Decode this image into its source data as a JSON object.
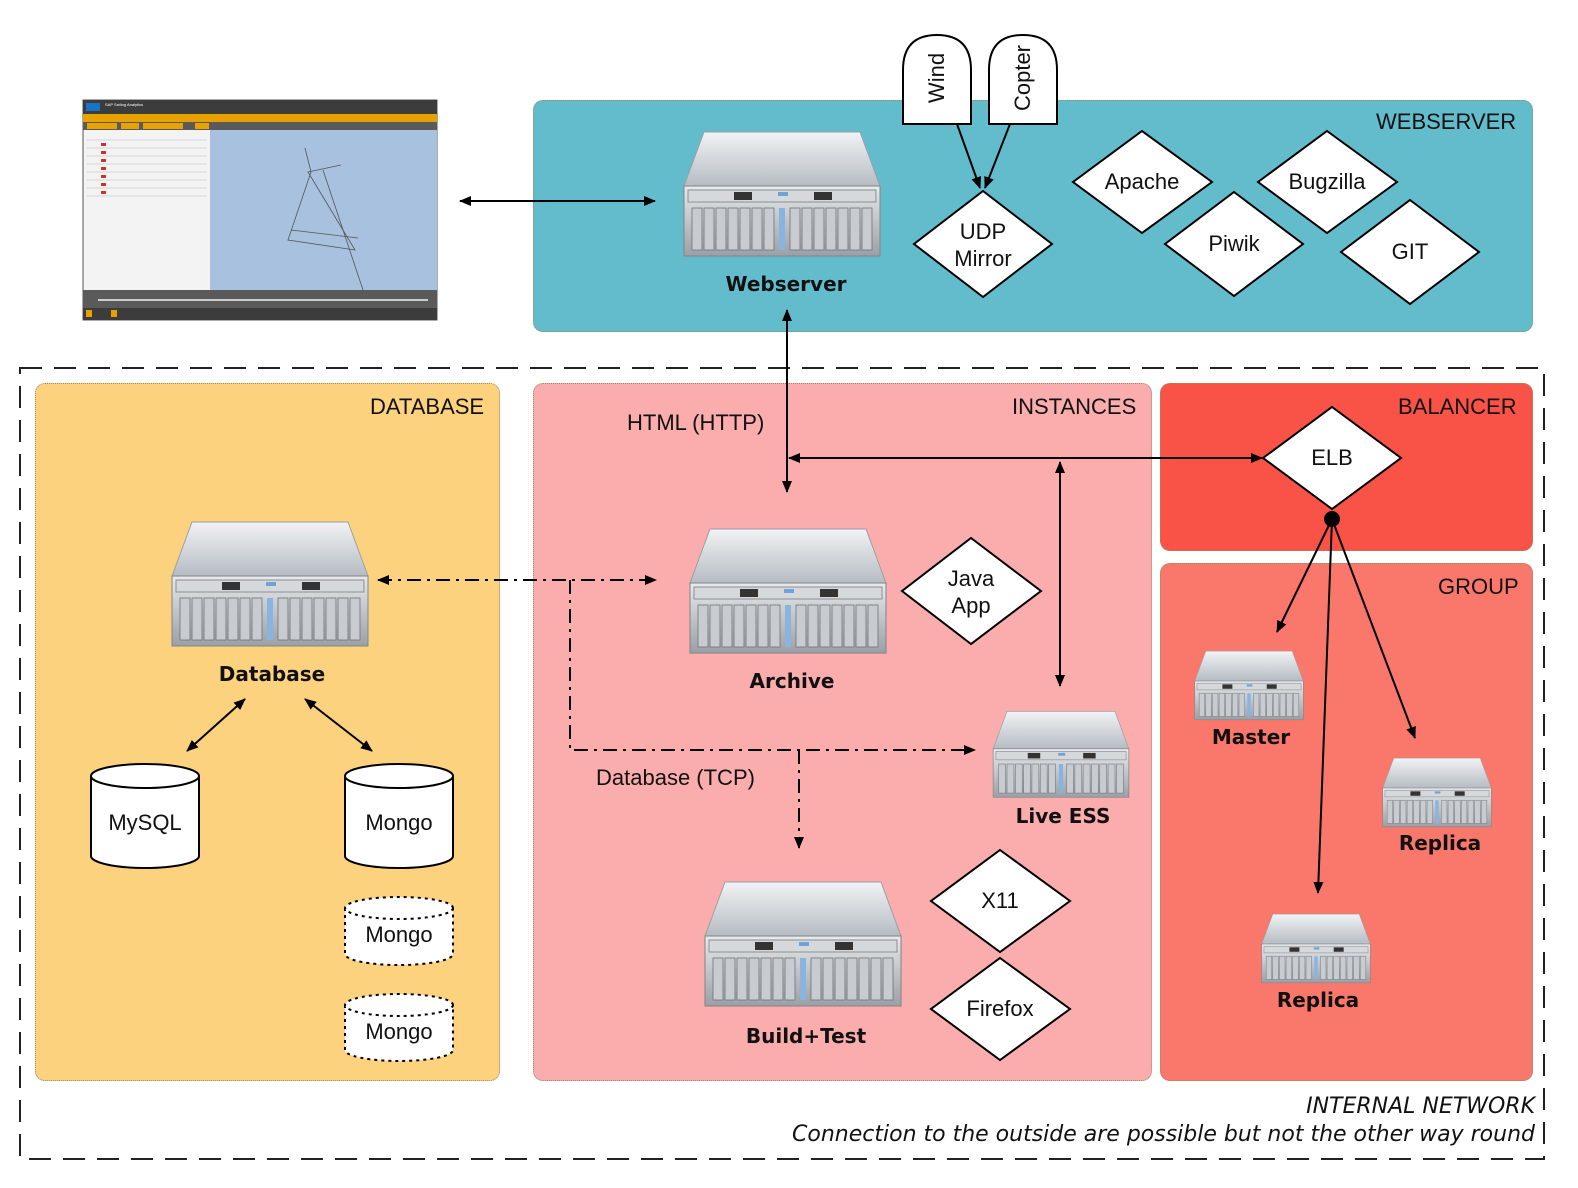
{
  "zones": {
    "webserver": "WEBSERVER",
    "database": "DATABASE",
    "instances": "INSTANCES",
    "balancer": "BALANCER",
    "group": "GROUP"
  },
  "servers": {
    "webserver": "Webserver",
    "database": "Database",
    "archive": "Archive",
    "live_ess": "Live ESS",
    "build_test": "Build+Test",
    "master": "Master",
    "replica_1": "Replica",
    "replica_2": "Replica"
  },
  "services": {
    "wind": "Wind",
    "copter": "Copter",
    "udp_mirror_1": "UDP",
    "udp_mirror_2": "Mirror",
    "apache": "Apache",
    "bugzilla": "Bugzilla",
    "piwik": "Piwik",
    "git": "GIT",
    "java_app_1": "Java",
    "java_app_2": "App",
    "x11": "X11",
    "firefox": "Firefox",
    "elb": "ELB"
  },
  "stores": {
    "mysql": "MySQL",
    "mongo_1": "Mongo",
    "mongo_2": "Mongo",
    "mongo_3": "Mongo"
  },
  "connections": {
    "html_http": "HTML (HTTP)",
    "database_tcp": "Database (TCP)"
  },
  "network": {
    "title": "INTERNAL NETWORK",
    "note": "Connection to the outside are possible but not the other way round"
  },
  "screenshot": {
    "app_name": "SAP Sailing Analytics"
  },
  "colors": {
    "webserver_zone": "#63bccc",
    "database_zone": "#fdd27e",
    "instances_zone": "#fbacac",
    "balancer_zone": "#f95246",
    "group_zone": "#fa776b",
    "map_water": "#a7c1df"
  }
}
